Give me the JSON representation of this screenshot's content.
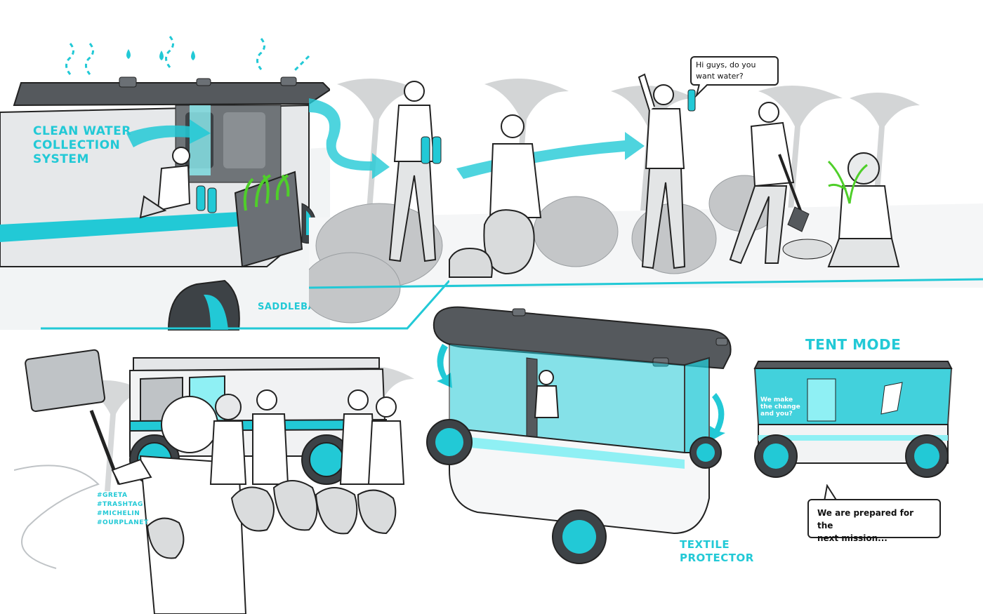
{
  "labels": {
    "clean_water": [
      "CLEAN WATER",
      "COLLECTION",
      "SYSTEM"
    ],
    "saddlebag": "SADDLEBAG",
    "tent_mode": "TENT MODE",
    "textile_protector": [
      "TEXTILE",
      "PROTECTOR"
    ],
    "hashtags": [
      "#GRETA",
      "#TRASHTAG",
      "#MICHELIN",
      "#OURPLANET"
    ],
    "tent_print": [
      "We make",
      "the change",
      "and you?"
    ]
  },
  "speech": {
    "water_offer": [
      "Hi guys, do you",
      "want water?"
    ],
    "prepared": [
      "We are prepared for the",
      "next mission..."
    ]
  },
  "colors": {
    "accent": "#22c9d6",
    "accent_light": "#8ff0f4",
    "roof": "#555a5e",
    "line": "#222222",
    "grey": "#bfc3c6",
    "foliage": "#c9cbcc"
  }
}
